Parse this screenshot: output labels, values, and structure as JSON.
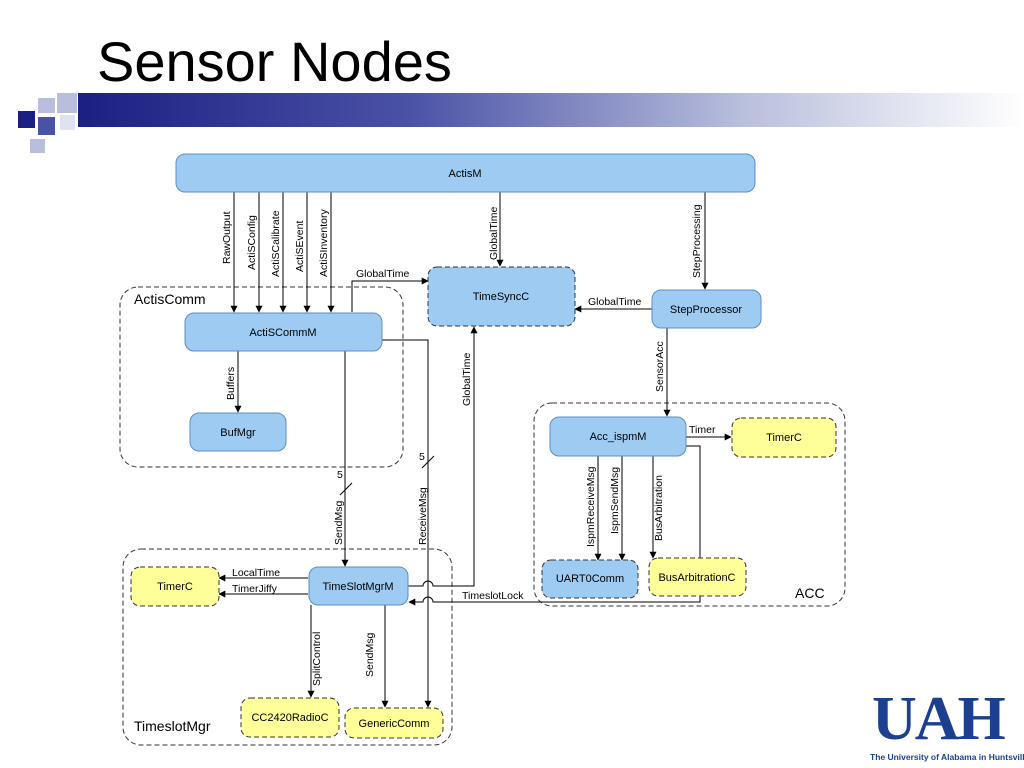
{
  "title": "Sensor Nodes",
  "colors": {
    "module_blue": "#9ecbf2",
    "module_blue_stroke": "#5a8fc6",
    "module_yellow": "#ffff99",
    "module_yellow_stroke": "#b7b740",
    "accent_navy": "#1b1f82",
    "logo_blue": "#1c3f8f"
  },
  "logo": {
    "text": "UAH",
    "subtitle": "The University of Alabama in Huntsville"
  },
  "groups": {
    "actiscomm": "ActisComm",
    "acc": "ACC",
    "timeslotmgr": "TimeslotMgr"
  },
  "nodes": {
    "actism": "ActisM",
    "timesyncc": "TimeSyncC",
    "stepprocessor": "StepProcessor",
    "actiscommm": "ActiSCommM",
    "bufmgr": "BufMgr",
    "acc_ispmm": "Acc_ispmM",
    "timerc_acc": "TimerC",
    "uart0comm": "UART0Comm",
    "busarbitrationc": "BusArbitrationC",
    "timerc_ts": "TimerC",
    "timeslotmgrm": "TimeSlotMgrM",
    "cc2420radioc": "CC2420RadioC",
    "genericcomm": "GenericComm"
  },
  "edges": {
    "rawoutput": "RawOutput",
    "actisconfig": "ActiSConfig",
    "actiscalibrate": "ActiSCalibrate",
    "actisevent": "ActiSEvent",
    "actisinventory": "ActiSInventory",
    "globaltime_top": "GlobalTime",
    "stepprocessing": "StepProcessing",
    "globaltime_comm": "GlobalTime",
    "globaltime_step": "GlobalTime",
    "buffers": "Buffers",
    "globaltime_ts": "GlobalTime",
    "sensoracc": "SensorAcc",
    "timer": "Timer",
    "ispmreceivemsg": "IspmReceiveMsg",
    "ispmsendmsg": "IspmSendMsg",
    "busarbitration": "BusArbitration",
    "sendmsg_comm": "SendMsg",
    "receivemsg": "ReceiveMsg",
    "count_send": "5",
    "count_receive": "5",
    "localtime": "LocalTime",
    "timerjiffy": "TimerJiffy",
    "timeslotlock": "TimeslotLock",
    "splitcontrol": "SplitControl",
    "sendmsg_ts": "SendMsg"
  }
}
